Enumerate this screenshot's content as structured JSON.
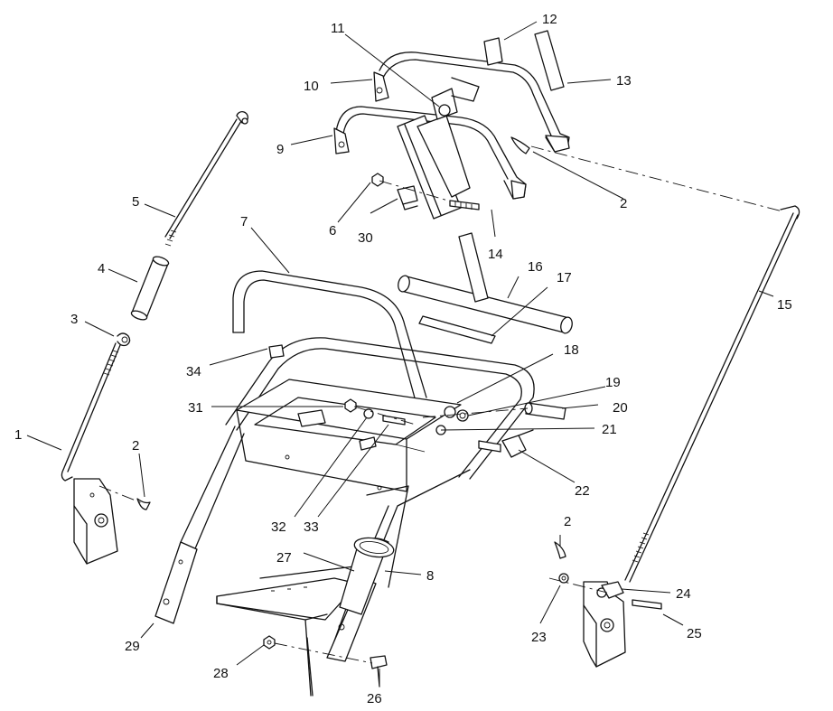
{
  "callouts": {
    "c1": "1",
    "c2a": "2",
    "c2b": "2",
    "c2c": "2",
    "c3": "3",
    "c4": "4",
    "c5": "5",
    "c6": "6",
    "c7": "7",
    "c8": "8",
    "c9": "9",
    "c10": "10",
    "c11": "11",
    "c12": "12",
    "c13": "13",
    "c14": "14",
    "c15": "15",
    "c16": "16",
    "c17": "17",
    "c18": "18",
    "c19": "19",
    "c20": "20",
    "c21": "21",
    "c22": "22",
    "c23": "23",
    "c24": "24",
    "c25": "25",
    "c26": "26",
    "c27": "27",
    "c28": "28",
    "c29": "29",
    "c30": "30",
    "c31": "31",
    "c32": "32",
    "c33": "33",
    "c34": "34"
  }
}
